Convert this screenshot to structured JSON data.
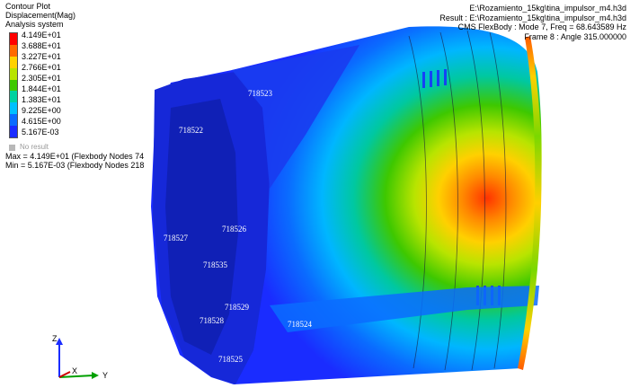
{
  "legend": {
    "title": "Contour Plot",
    "quantity": "Displacement(Mag)",
    "system": "Analysis system",
    "levels": [
      "4.149E+01",
      "3.688E+01",
      "3.227E+01",
      "2.766E+01",
      "2.305E+01",
      "1.844E+01",
      "1.383E+01",
      "9.225E+00",
      "4.615E+00",
      "5.167E-03"
    ],
    "band_colors": [
      "#ff0000",
      "#ff6a00",
      "#ffd200",
      "#b8e400",
      "#3ec800",
      "#00d2a0",
      "#00c0ff",
      "#0a6cff",
      "#1a2cff"
    ],
    "no_result_label": "No result",
    "max_text": "Max = 4.149E+01 (Flexbody Nodes 74",
    "min_text": "Min = 5.167E-03 (Flexbody Nodes 218"
  },
  "info": {
    "model_path": "E:\\Rozamiento_15kg\\tina_impulsor_m4.h3d",
    "result_path": "Result : E:\\Rozamiento_15kg\\tina_impulsor_m4.h3d",
    "mode_line": "CMS FlexBody : Mode 7, Freq = 68.643589 Hz",
    "frame_line": "Frame 8 : Angle 315.000000"
  },
  "node_labels": [
    "718523",
    "718522",
    "718527",
    "718526",
    "718535",
    "718529",
    "718528",
    "718524",
    "718525"
  ],
  "triad": {
    "z_label": "Z",
    "x_label": "X",
    "y_label": "Y"
  }
}
